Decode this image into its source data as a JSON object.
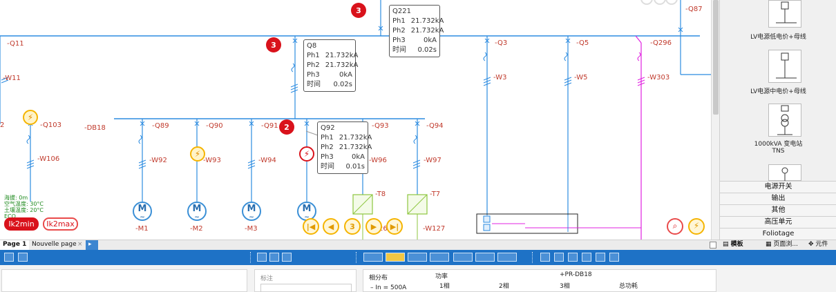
{
  "diagram": {
    "labels": {
      "q11": "-Q11",
      "w11": "-W11",
      "q103": "-Q103",
      "w106": "-W106",
      "db18": "-DB18",
      "q89": "-Q89",
      "q90": "-Q90",
      "q91": "-Q91",
      "q93": "-Q93",
      "q94": "-Q94",
      "w92": "-W92",
      "w93": "-W93",
      "w94": "-W94",
      "w96": "-W96",
      "w97": "-W97",
      "q3": "-Q3",
      "q5": "-Q5",
      "q296": "-Q296",
      "w3": "-W3",
      "w5": "-W5",
      "w303": "-W303",
      "q87": "-Q87",
      "t8": "-T8",
      "t7": "-T7",
      "w127": "-W127",
      "num26": "26",
      "m1": "-M1",
      "m2": "-M2",
      "m3": "-M3",
      "left2": "2"
    },
    "motor_letter": "M",
    "motor_wave": "~",
    "tooltips": [
      {
        "name": "Q221",
        "ph1_label": "Ph1",
        "ph1": "21.732kA",
        "ph2_label": "Ph2",
        "ph2": "21.732kA",
        "ph3_label": "Ph3",
        "ph3": "0kA",
        "time_label": "时间",
        "time": "0.02s"
      },
      {
        "name": "Q8",
        "ph1_label": "Ph1",
        "ph1": "21.732kA",
        "ph2_label": "Ph2",
        "ph2": "21.732kA",
        "ph3_label": "Ph3",
        "ph3": "0kA",
        "time_label": "时间",
        "time": "0.02s"
      },
      {
        "name": "Q92",
        "ph1_label": "Ph1",
        "ph1": "21.732kA",
        "ph2_label": "Ph2",
        "ph2": "21.732kA",
        "ph3_label": "Ph3",
        "ph3": "0kA",
        "time_label": "时间",
        "time": "0.01s"
      }
    ],
    "badges": [
      "3",
      "3",
      "2"
    ],
    "env": {
      "altitude": "海拔: 0m",
      "air_temp": "空气温度: 30°C",
      "soil_temp": "土壤温度: 20°C",
      "extra": "ECO"
    },
    "buttons": {
      "ik2min": "Ik2min",
      "ik2max": "Ik2max",
      "nav_page": "3"
    }
  },
  "right_panel": {
    "templates": [
      "LV电源低电价+母线",
      "LV电源中电价+母线",
      "1000kVA 变电站\nTNS",
      ""
    ],
    "categories": [
      "电源开关",
      "输出",
      "其他",
      "高压单元",
      "Foliotage"
    ],
    "tabs": [
      "模板",
      "页面浏...",
      "元件"
    ]
  },
  "page_tabs": {
    "page1": "Page 1",
    "page2": "Nouvelle page"
  },
  "bottom": {
    "note_label": "标注",
    "phase_dist": "相分布",
    "in_value": "In = 500A",
    "power": "功率",
    "phase1": "1相",
    "phase2": "2相",
    "pr_db": "+PR-DB18",
    "phase3": "3相",
    "total_power": "总功耗"
  },
  "colors": {
    "bus": "#2b8be0",
    "label": "#c0392b",
    "accent": "#1e72c6",
    "badge": "#d9121b",
    "magenta": "#e020e0",
    "green": "#8dc63f"
  }
}
